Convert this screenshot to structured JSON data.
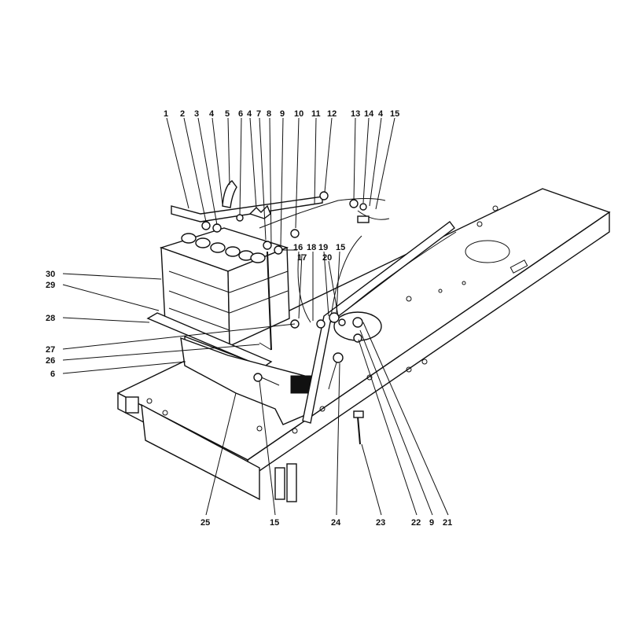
{
  "labels": {
    "top": [
      "1",
      "2",
      "3",
      "4",
      "5",
      "6",
      "4",
      "7",
      "8",
      "9",
      "10",
      "11",
      "12",
      "13",
      "14",
      "4",
      "15"
    ],
    "mid": [
      "16",
      "18",
      "19",
      "15",
      "17",
      "20"
    ],
    "left": [
      "30",
      "29",
      "28",
      "27",
      "26",
      "6"
    ],
    "bottom": [
      "25",
      "15",
      "24",
      "23",
      "22",
      "9",
      "21"
    ]
  },
  "colors": {
    "ink": "#111111",
    "paper": "#ffffff"
  }
}
